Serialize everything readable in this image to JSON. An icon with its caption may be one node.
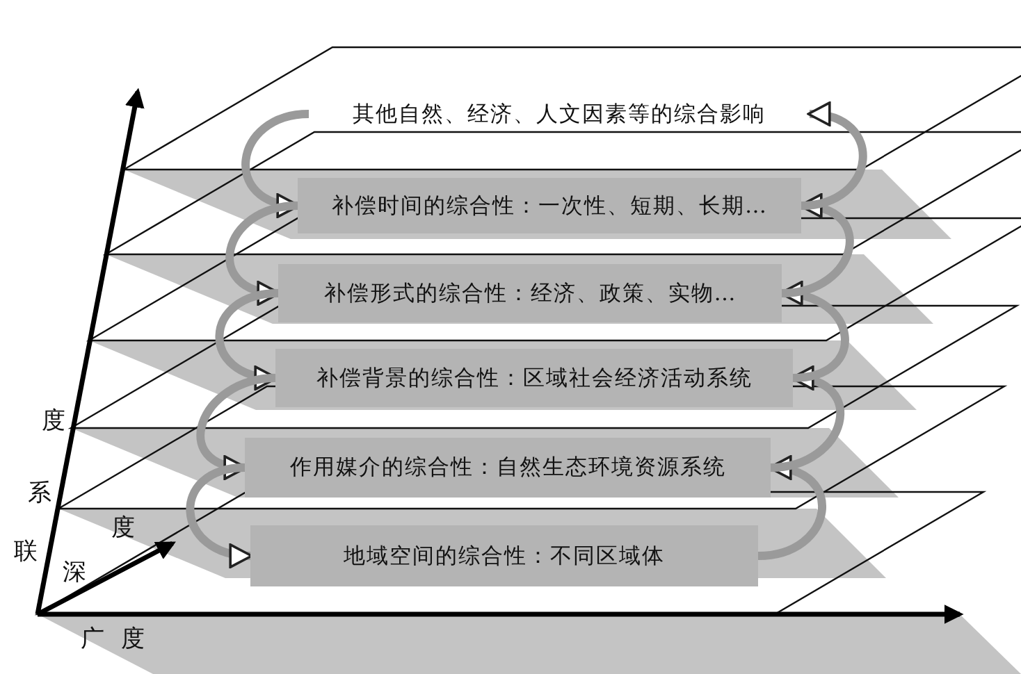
{
  "diagram": {
    "nodes": [
      {
        "text": [
          "其他自然、经济、人文因素等的综合影响"
        ]
      },
      {
        "text": [
          "补偿时间的综合性：一次性、短期、长期…"
        ]
      },
      {
        "text": [
          "补偿形式的综合性：经济、政策、实物…"
        ]
      },
      {
        "text": [
          "补偿背景的综合性：区域社会经济活动系统"
        ]
      },
      {
        "text": [
          "作用媒介的综合性：自然生态环境资源系统"
        ]
      },
      {
        "text": [
          "地域空间的综合性：不同区域体"
        ]
      }
    ],
    "edges": [
      {
        "from": 0,
        "to": 1,
        "arrow": "to"
      },
      {
        "from": 1,
        "to": 2,
        "arrow": "to"
      },
      {
        "from": 2,
        "to": 3,
        "arrow": "to"
      },
      {
        "from": 3,
        "to": 4,
        "arrow": "to"
      },
      {
        "from": 4,
        "to": 5,
        "arrow": "to"
      },
      {
        "from": 5,
        "to": 4,
        "arrow": "to"
      },
      {
        "from": 4,
        "to": 3,
        "arrow": "to"
      },
      {
        "from": 3,
        "to": 2,
        "arrow": "to"
      },
      {
        "from": 2,
        "to": 1,
        "arrow": "to"
      },
      {
        "from": 1,
        "to": 0,
        "arrow": "to"
      }
    ],
    "labels": [
      "度",
      "系",
      "度",
      "联",
      "深",
      "广度"
    ]
  }
}
